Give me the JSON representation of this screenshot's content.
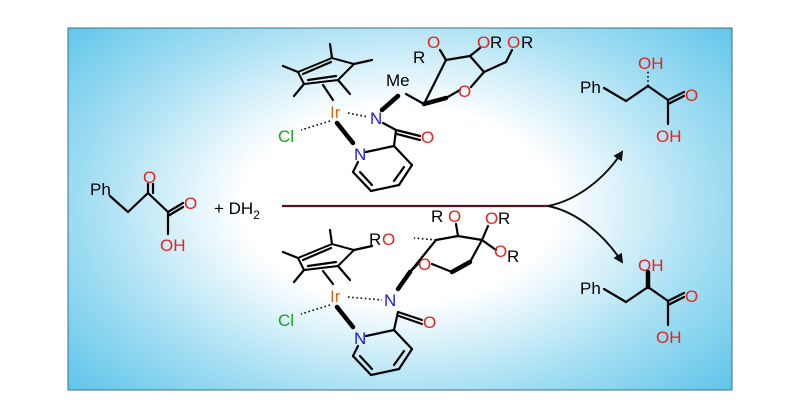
{
  "colors": {
    "background_center": "#ffffff",
    "background_edge": "#61c6ea",
    "frame": "#3a6f8c",
    "oxygen": "#e8231d",
    "nitrogen": "#1a1ae0",
    "iridium": "#d4691a",
    "chlorine": "#19a319",
    "arrow": "#5a1220"
  },
  "substrate": {
    "ph": "Ph",
    "ketone_o": "O",
    "acid_o": "O",
    "acid_oh": "OH"
  },
  "reagent": {
    "text": "+ DH",
    "subscript": "2"
  },
  "catalyst_top": {
    "metal": "Ir",
    "halide": "Cl",
    "amide_n": "N",
    "pyridine_n": "N",
    "carbonyl_o": "O",
    "me": "Me",
    "ring_o": "O",
    "or1": "O",
    "r1": "R",
    "or2": "O",
    "r2": "R",
    "or3": "O",
    "r3": "R"
  },
  "catalyst_bottom": {
    "metal": "Ir",
    "halide": "Cl",
    "amide_n": "N",
    "pyridine_n": "N",
    "carbonyl_o": "O",
    "ring_o": "O",
    "ro_r": "R",
    "ro_o": "O",
    "or_o1": "O",
    "or_r1": "R",
    "or_o2": "O",
    "or_r2": "R",
    "or_o3": "O",
    "or_r3": "R"
  },
  "product_top": {
    "ph": "Ph",
    "oh": "OH",
    "acid_o": "O",
    "acid_oh": "OH"
  },
  "product_bottom": {
    "ph": "Ph",
    "oh": "OH",
    "acid_o": "O",
    "acid_oh": "OH"
  }
}
